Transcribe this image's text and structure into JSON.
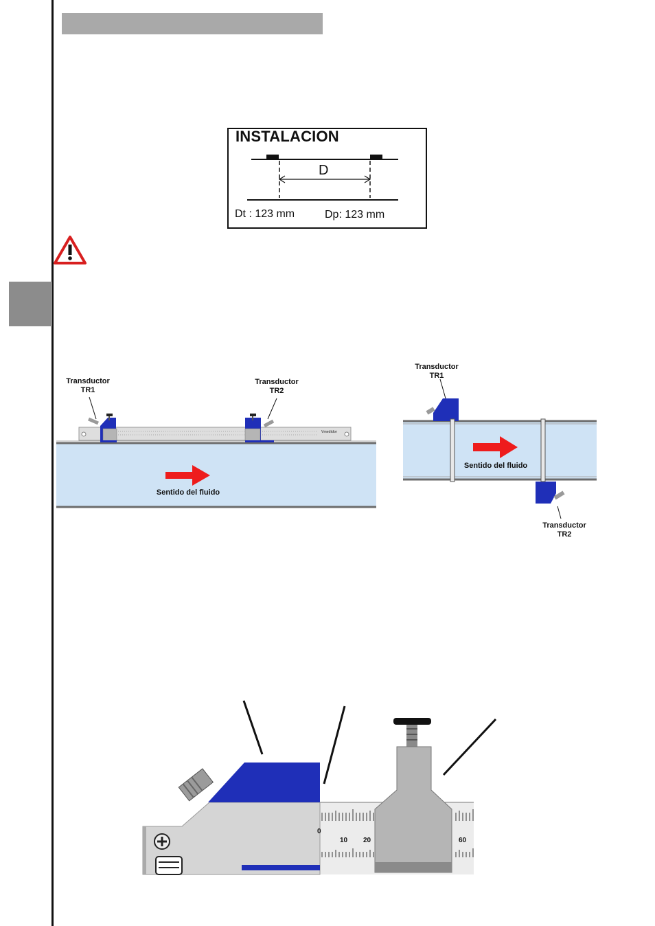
{
  "display": {
    "title": "INSTALACION",
    "distance_symbol": "D",
    "dt_text": "Dt : 123 mm",
    "dp_text": "Dp: 123 mm"
  },
  "figure_v_mount": {
    "tr1_line1": "Transductor",
    "tr1_line2": "TR1",
    "tr2_line1": "Transductor",
    "tr2_line2": "TR2",
    "flow_label": "Sentido del fluido",
    "rail_brand": "Vmedidor"
  },
  "figure_z_mount": {
    "tr1_line1": "Transductor",
    "tr1_line2": "TR1",
    "tr2_line1": "Transductor",
    "tr2_line2": "TR2",
    "flow_label": "Sentido del fluido"
  },
  "detail_scale": {
    "tick_0": "0",
    "tick_10": "10",
    "tick_20": "20",
    "tick_60": "60"
  },
  "colors": {
    "header_bar": "#a9a9a9",
    "side_tab": "#8c8c8c",
    "pipe": "#cfe3f5",
    "transducer_blue": "#1f2fb8",
    "flow_arrow": "#ee1c1c",
    "clamp_gray": "#b5b5b5"
  }
}
